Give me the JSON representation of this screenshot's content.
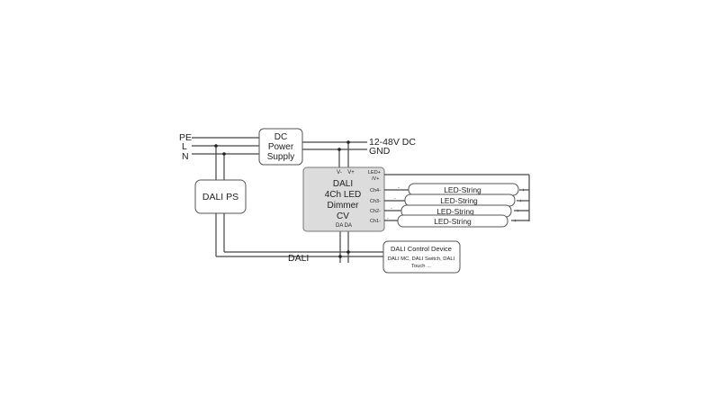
{
  "mains": {
    "pe": "PE",
    "l": "L",
    "n": "N"
  },
  "psu": {
    "line1": "DC",
    "line2": "Power",
    "line3": "Supply"
  },
  "outputs": {
    "voltage": "12-48V DC",
    "gnd": "GND"
  },
  "dali_ps": {
    "label": "DALI PS"
  },
  "dimmer": {
    "vminus": "V-",
    "vplus": "V+",
    "line1": "DALI",
    "line2": "4Ch LED",
    "line3": "Dimmer",
    "line4": "CV",
    "da": "DA DA",
    "led_plus_1": "LED+",
    "led_plus_2": "/V+",
    "ch4": "Ch4-",
    "ch3": "Ch3-",
    "ch2": "Ch2-",
    "ch1": "Ch1-"
  },
  "strings": {
    "label": "LED-String",
    "minus": "-",
    "plus": "+"
  },
  "dali_bus": {
    "label": "DALI"
  },
  "control_device": {
    "title": "DALI Control Device",
    "line2": "DALI MC, DALI Switch, DALI",
    "line3": "Touch ..."
  }
}
